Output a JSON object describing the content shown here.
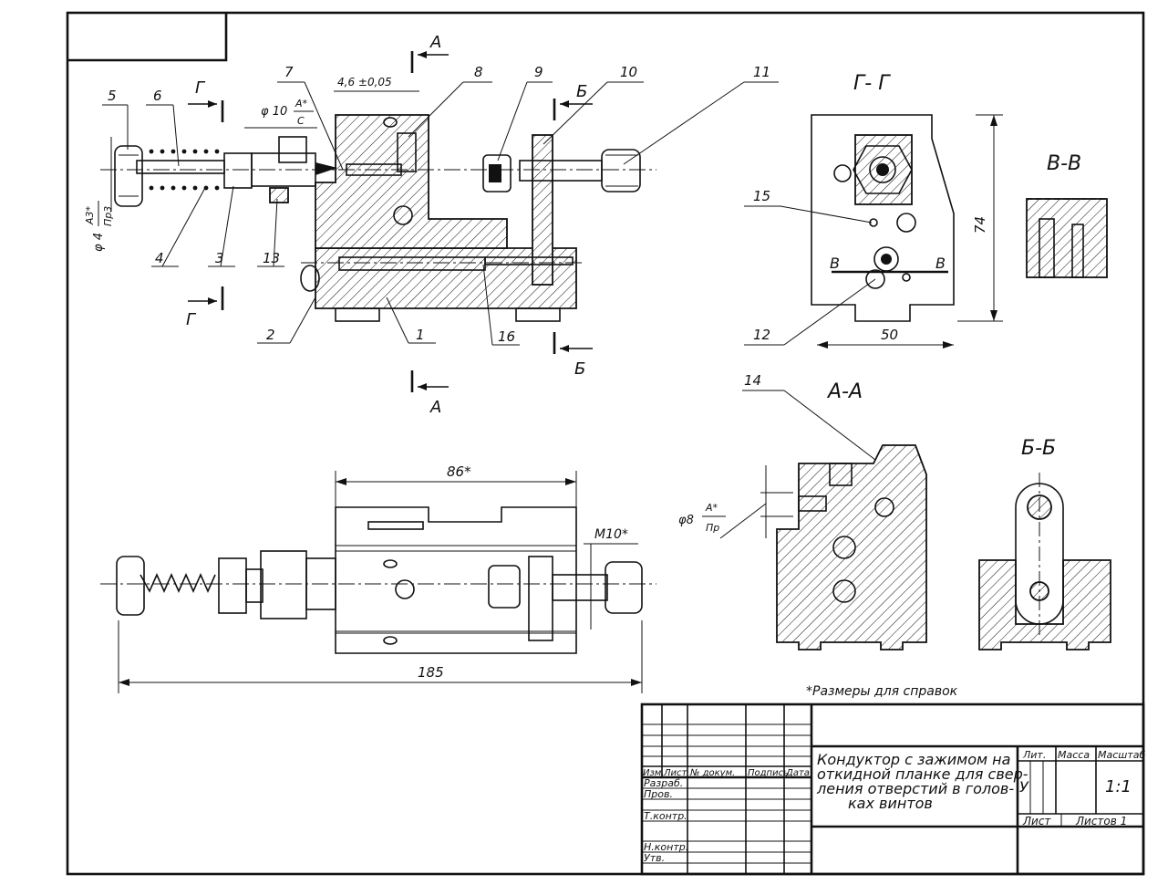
{
  "views": {
    "section_gg": "Г- Г",
    "section_vv": "В-В",
    "section_aa": "А-А",
    "section_bb": "Б-Б"
  },
  "cut_marks": {
    "a": "А",
    "b": "Б",
    "g": "Г",
    "v": "В"
  },
  "callouts": [
    "1",
    "2",
    "3",
    "4",
    "5",
    "6",
    "7",
    "8",
    "9",
    "10",
    "11",
    "12",
    "13",
    "14",
    "15",
    "16"
  ],
  "dimensions": {
    "tol": "4,6 ±0,05",
    "d10_phi": "φ 10",
    "d10_num": "А*",
    "d10_den": "С",
    "d4_phi": "φ 4",
    "d4_num": "А3*",
    "d4_den": "Пр3",
    "d8_phi": "φ8",
    "d8_num": "А*",
    "d8_den": "Пр",
    "w50": "50",
    "h74": "74",
    "l86": "86*",
    "l185": "185",
    "m10": "M10*"
  },
  "note": "*Размеры для справок",
  "title_block": {
    "product": [
      "Кондуктор с зажимом на",
      "откидной планке для свер-",
      "ления отверстий в голов-",
      "ках винтов"
    ],
    "col_lit": "Лит.",
    "col_mass": "Масса",
    "col_scale": "Масштаб",
    "lit_value": "У",
    "scale_value": "1:1",
    "sheet": "Лист",
    "sheets": "Листов 1",
    "header_izm": "Изм.",
    "header_list": "Лист",
    "header_doc": "№ докум.",
    "header_sign": "Подпись",
    "header_date": "Дата",
    "roles": [
      "Разраб.",
      "Пров.",
      "Т.контр.",
      "Н.контр.",
      "Утв."
    ]
  }
}
